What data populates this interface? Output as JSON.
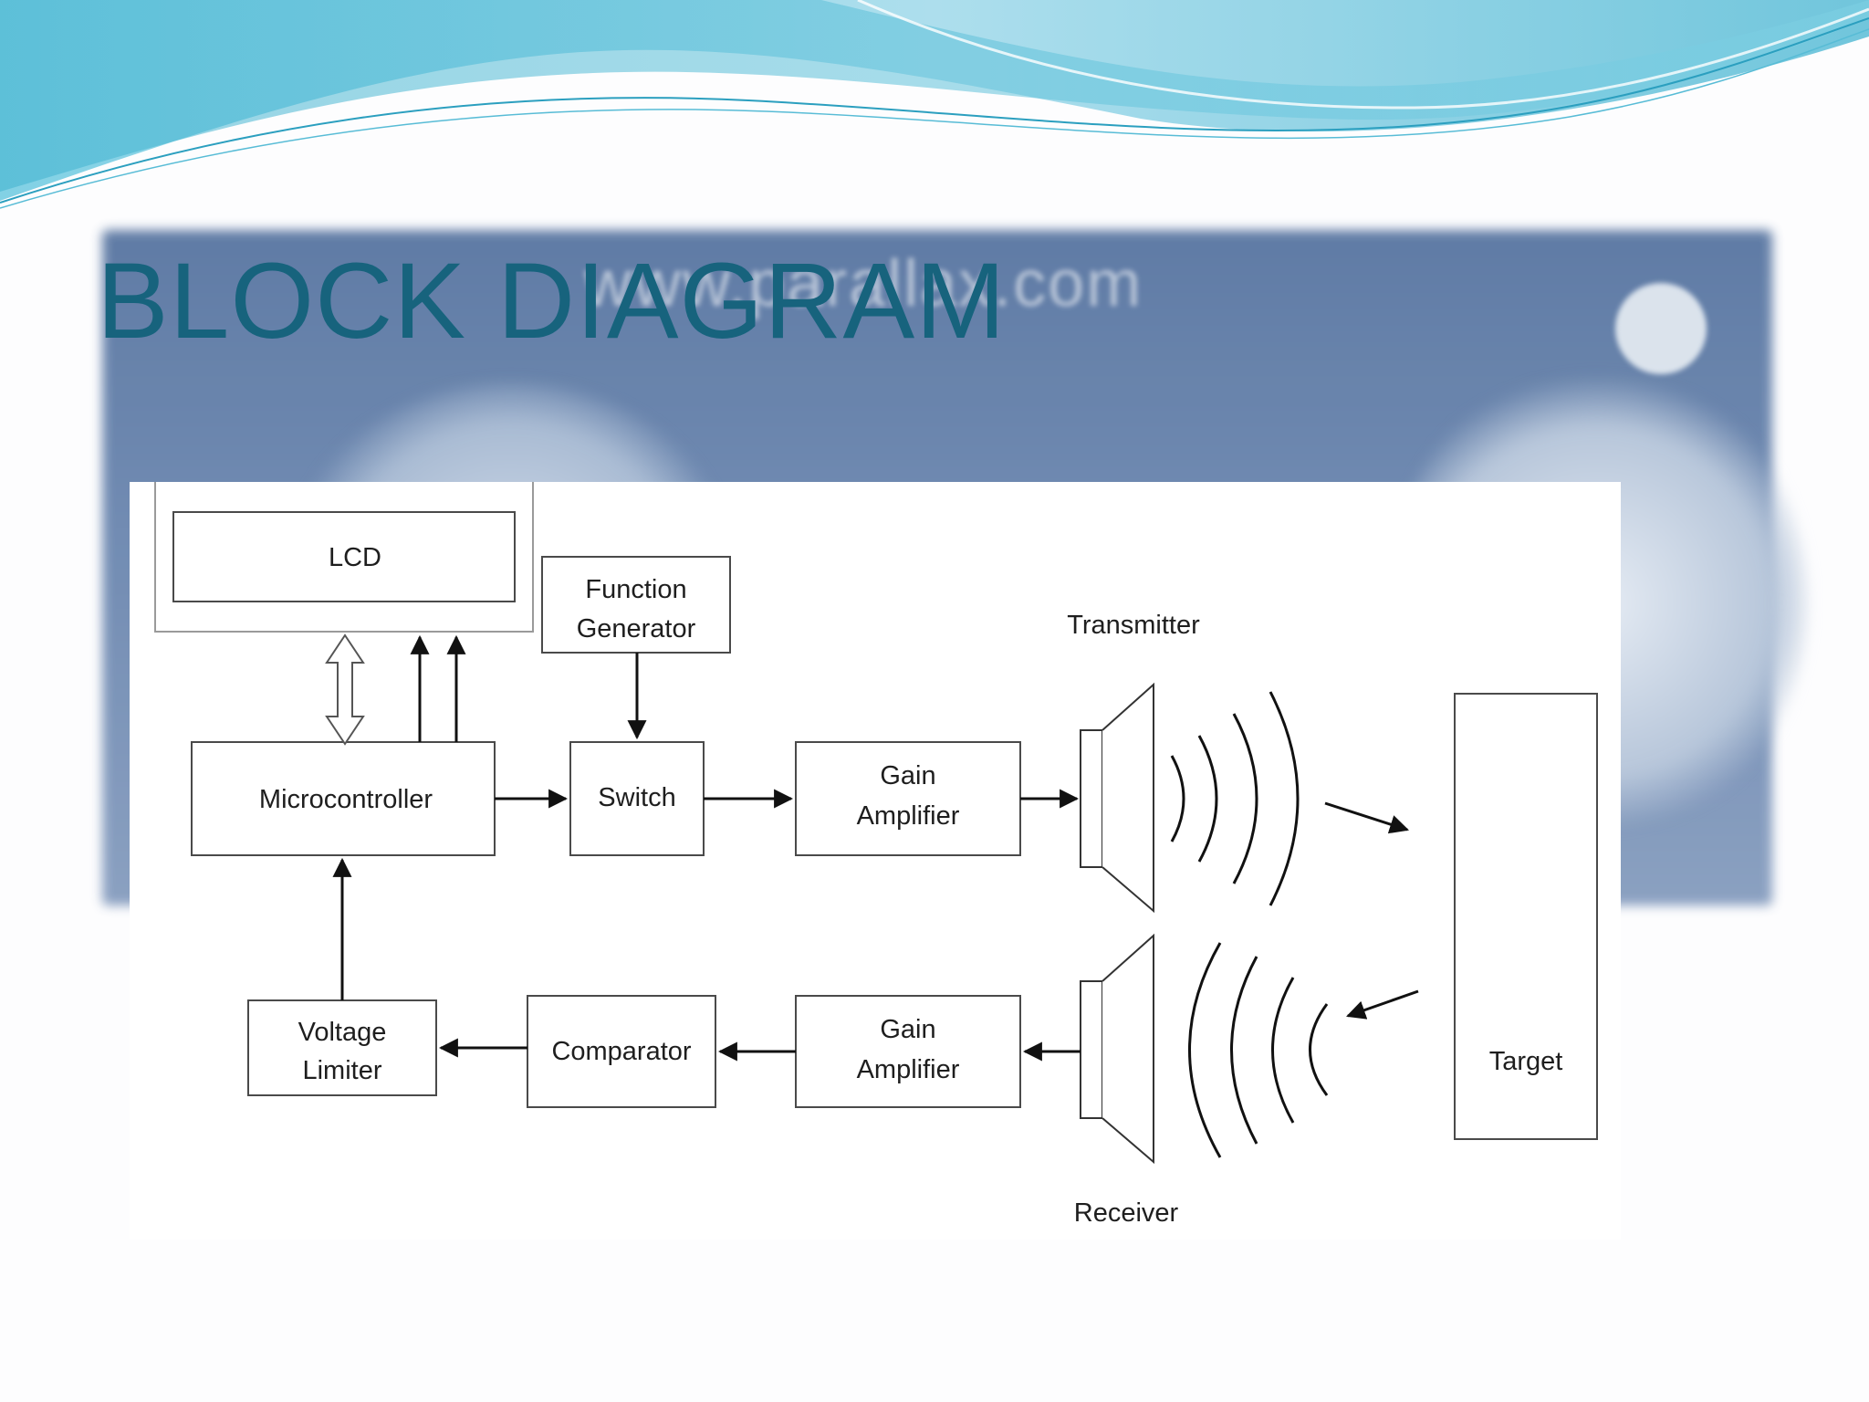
{
  "slide": {
    "title": "BLOCK DIAGRAM",
    "bg_photo_text": "www.parallax.com"
  },
  "colors": {
    "title": "#17637d",
    "wave_light": "#a8dfec",
    "wave_mid": "#5fc2d8",
    "wave_dark": "#2b9fbf"
  },
  "diagram": {
    "blocks": {
      "lcd": "LCD",
      "function_generator": [
        "Function",
        "Generator"
      ],
      "microcontroller": "Microcontroller",
      "switch": "Switch",
      "gain_amp_tx": [
        "Gain",
        "Amplifier"
      ],
      "gain_amp_rx": [
        "Gain",
        "Amplifier"
      ],
      "voltage_limiter": [
        "Voltage",
        "Limiter"
      ],
      "comparator": "Comparator",
      "target": "Target"
    },
    "captions": {
      "transmitter": "Transmitter",
      "receiver": "Receiver"
    }
  }
}
